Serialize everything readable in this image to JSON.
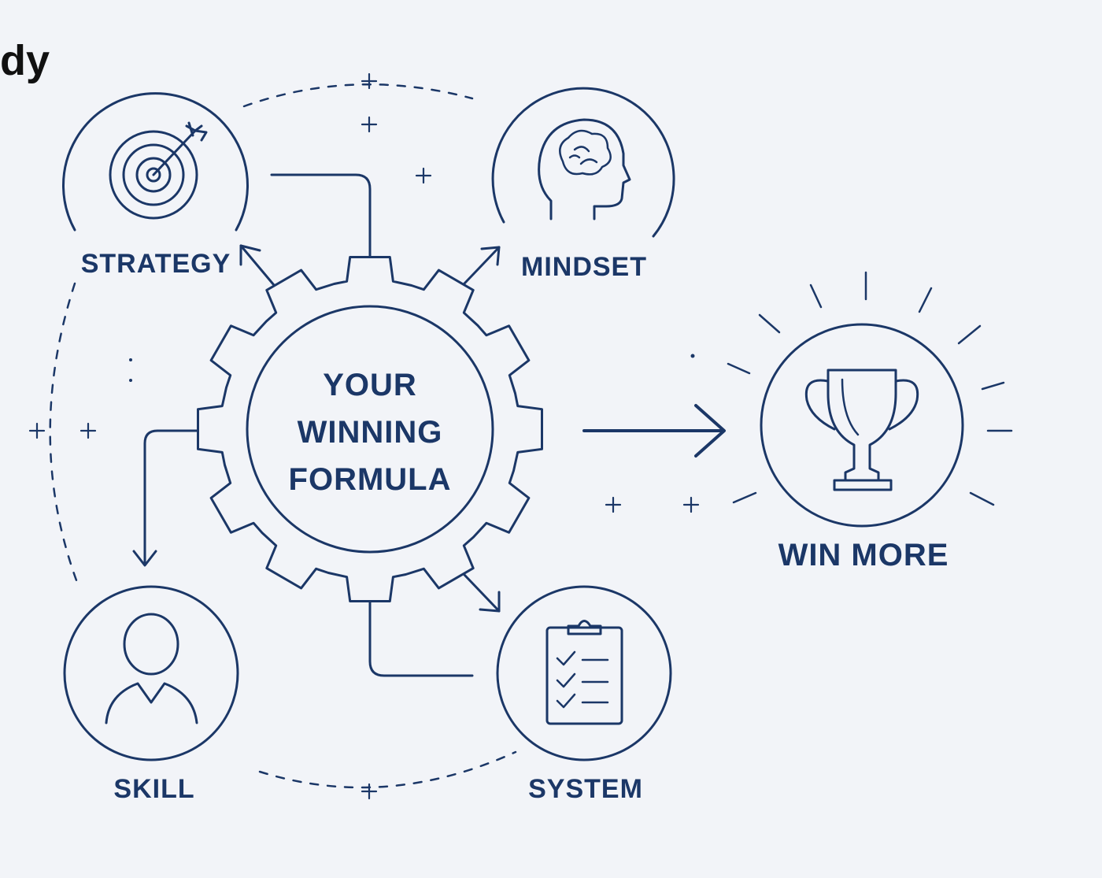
{
  "title_fragment": "dy",
  "center": {
    "line1": "YOUR",
    "line2": "WINNING",
    "line3": "FORMULA"
  },
  "nodes": {
    "strategy": {
      "label": "STRATEGY",
      "icon": "target-icon"
    },
    "mindset": {
      "label": "MINDSET",
      "icon": "brain-head-icon"
    },
    "skill": {
      "label": "SKILL",
      "icon": "person-icon"
    },
    "system": {
      "label": "SYSTEM",
      "icon": "clipboard-checklist-icon"
    },
    "outcome": {
      "label": "WIN MORE",
      "icon": "trophy-icon"
    }
  },
  "colors": {
    "line": "#1b3767",
    "background": "#f2f4f8",
    "title": "#111111"
  }
}
